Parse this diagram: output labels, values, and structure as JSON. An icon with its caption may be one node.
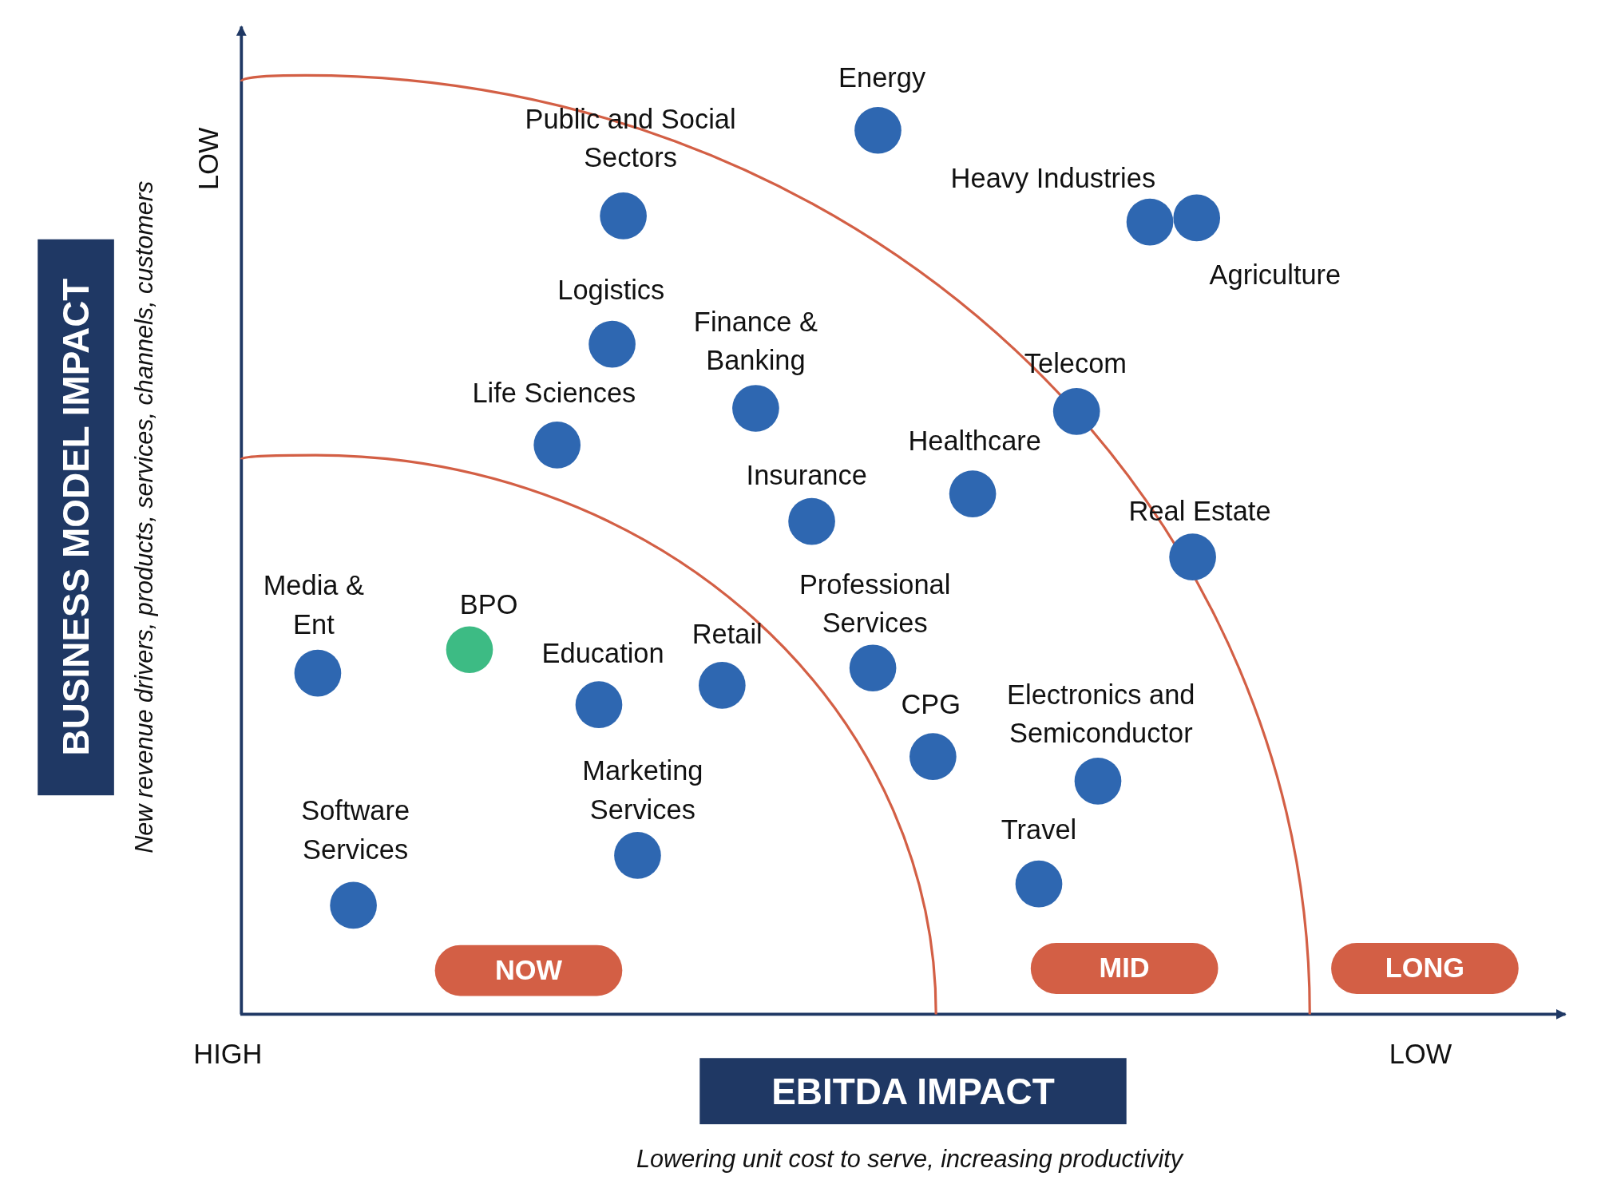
{
  "diagram": {
    "nodes": [
      {
        "text": [
          "BUSINESS MODEL IMPACT"
        ]
      },
      {
        "text": [],
        "shape": "circle",
        "beside": [
          "Energy"
        ]
      },
      {
        "text": [],
        "shape": "circle",
        "beside": [
          "Public and Social Sectors"
        ]
      },
      {
        "text": [],
        "shape": "circle",
        "beside": [
          "Heavy Industries"
        ]
      },
      {
        "text": [],
        "shape": "circle",
        "beside": [
          "Agriculture"
        ]
      },
      {
        "text": [],
        "shape": "circle",
        "beside": [
          "Logistics"
        ]
      },
      {
        "text": [],
        "shape": "circle",
        "beside": [
          "Finance & Banking"
        ]
      },
      {
        "text": [],
        "shape": "circle",
        "beside": [
          "Life Sciences"
        ]
      },
      {
        "text": [],
        "shape": "circle",
        "beside": [
          "Telecom"
        ]
      },
      {
        "text": [],
        "shape": "circle",
        "beside": [
          "Healthcare"
        ]
      },
      {
        "text": [],
        "shape": "circle",
        "beside": [
          "Insurance"
        ]
      },
      {
        "text": [],
        "shape": "circle",
        "beside": [
          "Real Estate"
        ]
      },
      {
        "text": [],
        "shape": "circle",
        "beside": [
          "Professional Services"
        ]
      },
      {
        "text": [],
        "shape": "circle",
        "beside": [
          "Media & Ent"
        ]
      },
      {
        "text": [],
        "shape": "circle",
        "beside": [
          "BPO"
        ]
      },
      {
        "text": [],
        "shape": "circle",
        "beside": [
          "Retail"
        ]
      },
      {
        "text": [],
        "shape": "circle",
        "beside": [
          "Education"
        ]
      },
      {
        "text": [],
        "shape": "circle",
        "beside": [
          "CPG"
        ]
      },
      {
        "text": [],
        "shape": "circle",
        "beside": [
          "Electronics and Semiconductor"
        ]
      },
      {
        "text": [],
        "shape": "circle",
        "beside": [
          "Marketing Services"
        ]
      },
      {
        "text": [],
        "shape": "circle",
        "beside": [
          "Software Services"
        ]
      },
      {
        "text": [],
        "shape": "circle",
        "beside": [
          "Travel"
        ]
      },
      {
        "text": [
          "NOW"
        ]
      },
      {
        "text": [
          "MID"
        ]
      },
      {
        "text": [
          "LONG"
        ]
      },
      {
        "text": [
          "EBITDA IMPACT"
        ]
      }
    ],
    "labels": [
      "LOW",
      "New revenue drivers, products, services, channels, customers",
      "HIGH",
      "LOW",
      "Lowering unit cost to serve, increasing productivity"
    ]
  }
}
